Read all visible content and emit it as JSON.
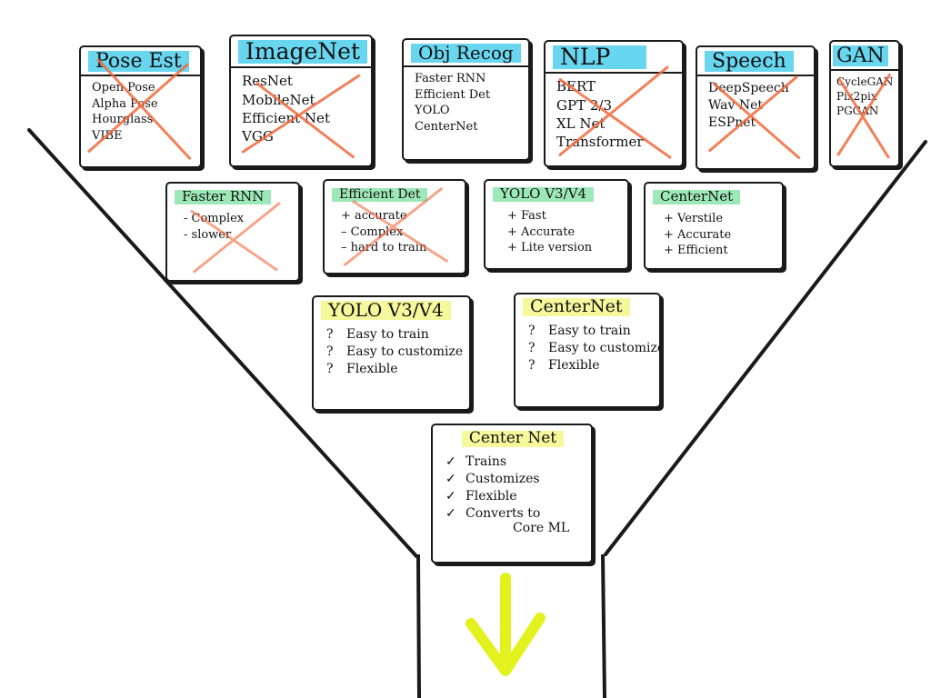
{
  "colors": {
    "ink": "#1a1a1a",
    "highlight_blue": "#37c8eb",
    "highlight_green": "#8ce4aa",
    "highlight_yellow": "#f4f896",
    "cross_out": "#f06a3c",
    "arrow": "#e3f21e"
  },
  "categories": [
    {
      "title": "Pose Est",
      "items": [
        "Open Pose",
        "Alpha Pose",
        "Hourglass",
        "VIBE"
      ],
      "crossed": true
    },
    {
      "title": "ImageNet",
      "items": [
        "ResNet",
        "MobileNet",
        "Efficient Net",
        "VGG"
      ],
      "crossed": true
    },
    {
      "title": "Obj Recog",
      "items": [
        "Faster RNN",
        "Efficient Det",
        "YOLO",
        "CenterNet"
      ],
      "crossed": false
    },
    {
      "title": "NLP",
      "items": [
        "BERT",
        "GPT 2/3",
        "XL Net",
        "Transformer"
      ],
      "crossed": true
    },
    {
      "title": "Speech",
      "items": [
        "DeepSpeech",
        "Wav Net",
        "ESPnet"
      ],
      "crossed": true
    },
    {
      "title": "GAN",
      "items": [
        "CycleGAN",
        "Pix2pix",
        "PGGAN"
      ],
      "crossed": true
    }
  ],
  "detectors": [
    {
      "title": "Faster RNN",
      "items": [
        "- Complex",
        "- slower"
      ],
      "crossed": true
    },
    {
      "title": "Efficient Det",
      "items": [
        "+ accurate",
        "– Complex",
        "– hard to train"
      ],
      "crossed": true
    },
    {
      "title": "YOLO V3/V4",
      "items": [
        "+ Fast",
        "+ Accurate",
        "+ Lite version"
      ],
      "crossed": false
    },
    {
      "title": "CenterNet",
      "items": [
        "+ Verstile",
        "+ Accurate",
        "+ Efficient"
      ],
      "crossed": false
    }
  ],
  "finalists": [
    {
      "title": "YOLO V3/V4",
      "items": [
        {
          "mark": "?",
          "text": "Easy to train"
        },
        {
          "mark": "?",
          "text": "Easy to customize"
        },
        {
          "mark": "?",
          "text": "Flexible"
        }
      ]
    },
    {
      "title": "CenterNet",
      "items": [
        {
          "mark": "?",
          "text": "Easy to train"
        },
        {
          "mark": "?",
          "text": "Easy to customize"
        },
        {
          "mark": "?",
          "text": "Flexible"
        }
      ]
    }
  ],
  "winner": {
    "title": "Center Net",
    "items": [
      {
        "mark": "✓",
        "text": "Trains"
      },
      {
        "mark": "✓",
        "text": "Customizes"
      },
      {
        "mark": "✓",
        "text": "Flexible"
      },
      {
        "mark": "✓",
        "text": "Converts to"
      }
    ],
    "continuation": "Core ML"
  },
  "icons": {
    "output": "down-arrow-icon"
  }
}
